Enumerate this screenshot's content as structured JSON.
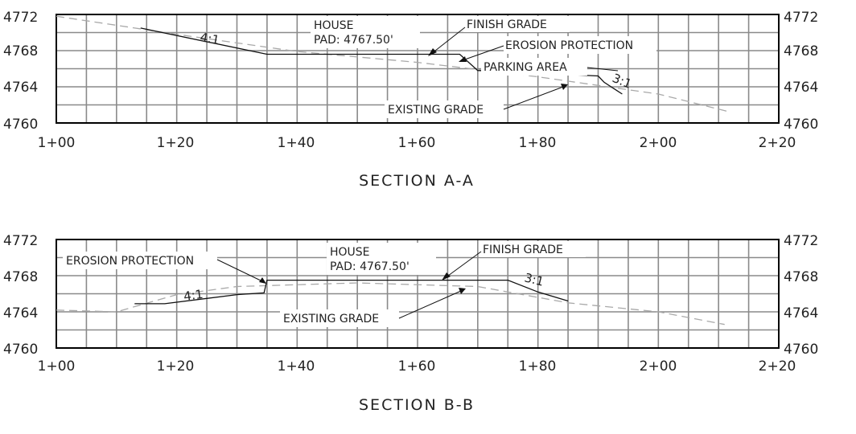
{
  "colors": {
    "grid": "#8a8a8a",
    "frame": "#000000",
    "finish_grade": "#111111",
    "existing_grade": "#a9a9a9",
    "text": "#222222"
  },
  "stations": {
    "labels": [
      "1+00",
      "1+20",
      "1+40",
      "1+60",
      "1+80",
      "2+00",
      "2+20"
    ],
    "min": 100,
    "max": 220
  },
  "sections": [
    {
      "id": "A",
      "title": "SECTION A-A",
      "elevation_labels": [
        "4772",
        "4768",
        "4764",
        "4760"
      ],
      "elevation_range": [
        4760,
        4772
      ],
      "finish_grade": [
        [
          114,
          4770.5
        ],
        [
          135,
          4767.6
        ],
        [
          165,
          4767.6
        ],
        [
          167,
          4767.6
        ],
        [
          170,
          4765.8
        ],
        [
          190,
          4765.2
        ],
        [
          191,
          4764.5
        ],
        [
          194,
          4763.2
        ]
      ],
      "existing_grade": [
        [
          100,
          4771.8
        ],
        [
          120,
          4769.8
        ],
        [
          140,
          4767.9
        ],
        [
          160,
          4766.7
        ],
        [
          180,
          4765.1
        ],
        [
          200,
          4763.2
        ],
        [
          212,
          4761.2
        ]
      ],
      "slope_left": "4:1",
      "slope_right": "3:1",
      "house_label_1": "HOUSE",
      "house_label_2": "PAD: 4767.50'",
      "finish_grade_label": "FINISH GRADE",
      "erosion_label": "EROSION PROTECTION",
      "parking_label": "PARKING AREA",
      "existing_grade_label": "EXISTING GRADE"
    },
    {
      "id": "B",
      "title": "SECTION B-B",
      "elevation_labels": [
        "4772",
        "4768",
        "4764",
        "4760"
      ],
      "elevation_range": [
        4760,
        4772
      ],
      "finish_grade": [
        [
          113,
          4764.9
        ],
        [
          118,
          4764.9
        ],
        [
          130,
          4765.9
        ],
        [
          134.5,
          4766.1
        ],
        [
          135,
          4767.5
        ],
        [
          175,
          4767.5
        ],
        [
          180,
          4766.2
        ],
        [
          185,
          4765.2
        ]
      ],
      "existing_grade": [
        [
          100,
          4764.2
        ],
        [
          110,
          4764.0
        ],
        [
          120,
          4765.9
        ],
        [
          130,
          4766.8
        ],
        [
          150,
          4767.2
        ],
        [
          170,
          4766.8
        ],
        [
          185,
          4765.0
        ],
        [
          200,
          4764.0
        ],
        [
          211,
          4762.6
        ]
      ],
      "slope_left": "4:1",
      "slope_right": "3:1",
      "house_label_1": "HOUSE",
      "house_label_2": "PAD: 4767.50'",
      "finish_grade_label": "FINISH GRADE",
      "erosion_label": "EROSION PROTECTION",
      "existing_grade_label": "EXISTING GRADE"
    }
  ]
}
